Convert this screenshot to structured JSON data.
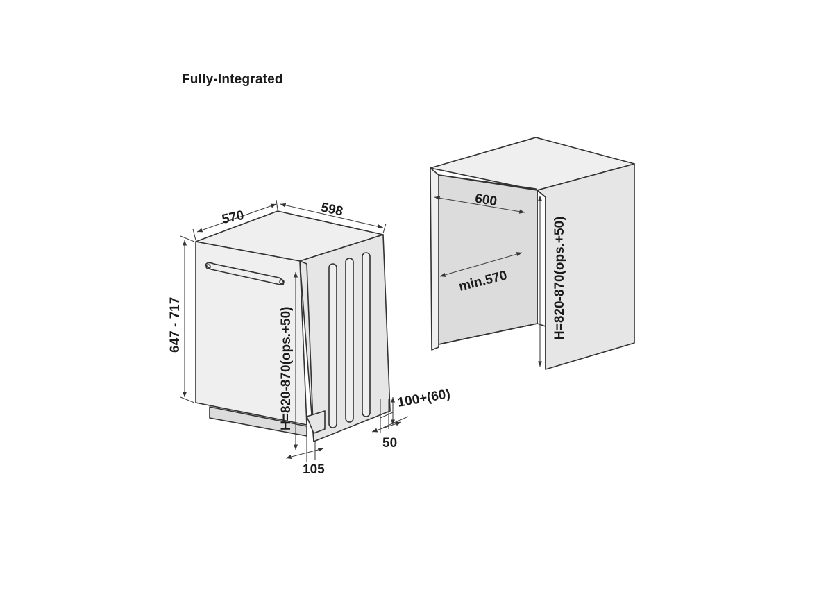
{
  "title": "Fully-Integrated",
  "dishwasher": {
    "depth": "570",
    "width": "598",
    "door_height": "647 - 717",
    "height": "H=820-870(ops.+50)",
    "plinth_height": "100+(60)",
    "plinth_depth": "50",
    "toe_gap": "105"
  },
  "cabinet": {
    "width": "600",
    "depth": "min.570",
    "height": "H=820-870(ops.+50)"
  }
}
